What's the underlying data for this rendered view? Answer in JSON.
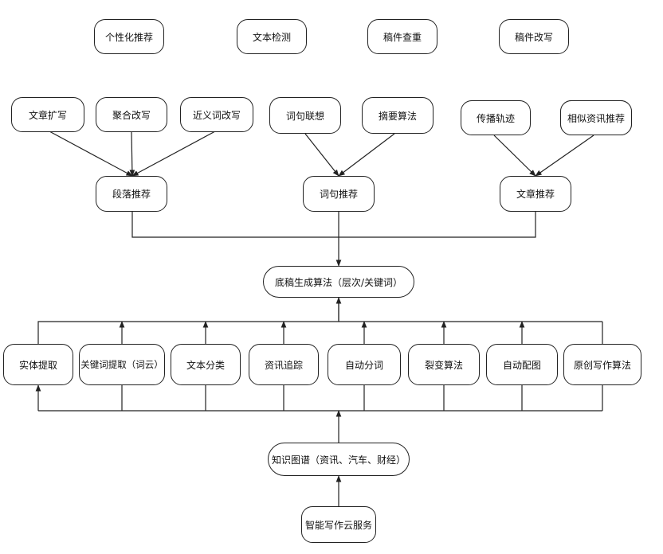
{
  "top_row": [
    "个性化推荐",
    "文本检测",
    "稿件查重",
    "稿件改写"
  ],
  "sources": {
    "paragraph": [
      "文章扩写",
      "聚合改写",
      "近义词改写"
    ],
    "sentence": [
      "词句联想",
      "摘要算法"
    ],
    "article": [
      "传播轨迹",
      "相似资讯推荐"
    ]
  },
  "recommenders": {
    "paragraph": "段落推荐",
    "sentence": "词句推荐",
    "article": "文章推荐"
  },
  "core": "底稿生成算法（层次/关键词）",
  "algorithms": [
    "实体提取",
    "关键词提取（词云）",
    "文本分类",
    "资讯追踪",
    "自动分词",
    "裂变算法",
    "自动配图",
    "原创写作算法"
  ],
  "knowledge_graph": "知识图谱（资讯、汽车、财经）",
  "service": "智能写作云服务",
  "colors": {
    "line": "#222222",
    "border": "#222222"
  }
}
